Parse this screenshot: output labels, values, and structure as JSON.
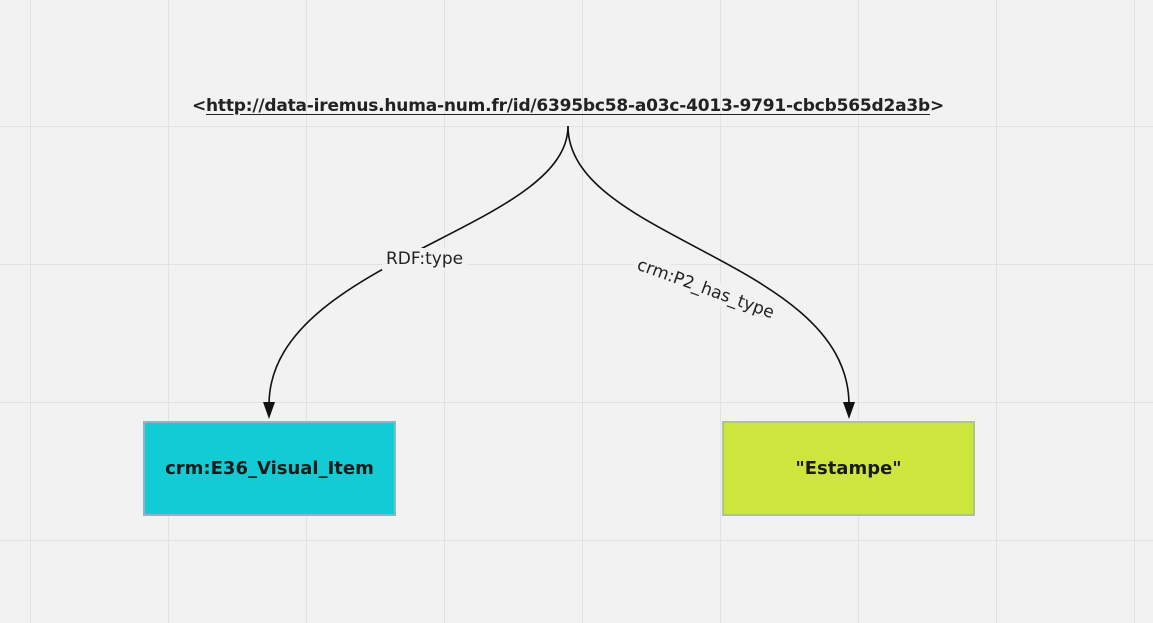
{
  "subject": {
    "open": "<",
    "uri": "http://data-iremus.huma-num.fr/id/6395bc58-a03c-4013-9791-cbcb565d2a3b",
    "close": ">"
  },
  "edges": {
    "left_label": "RDF:type",
    "right_label": "crm:P2_has_type"
  },
  "nodes": {
    "left": "crm:E36_Visual_Item",
    "right": "\"Estampe\""
  },
  "colors": {
    "background": "#f2f2f2",
    "left_node": "#12cbd4",
    "right_node": "#cde63e",
    "edge": "#111111"
  }
}
